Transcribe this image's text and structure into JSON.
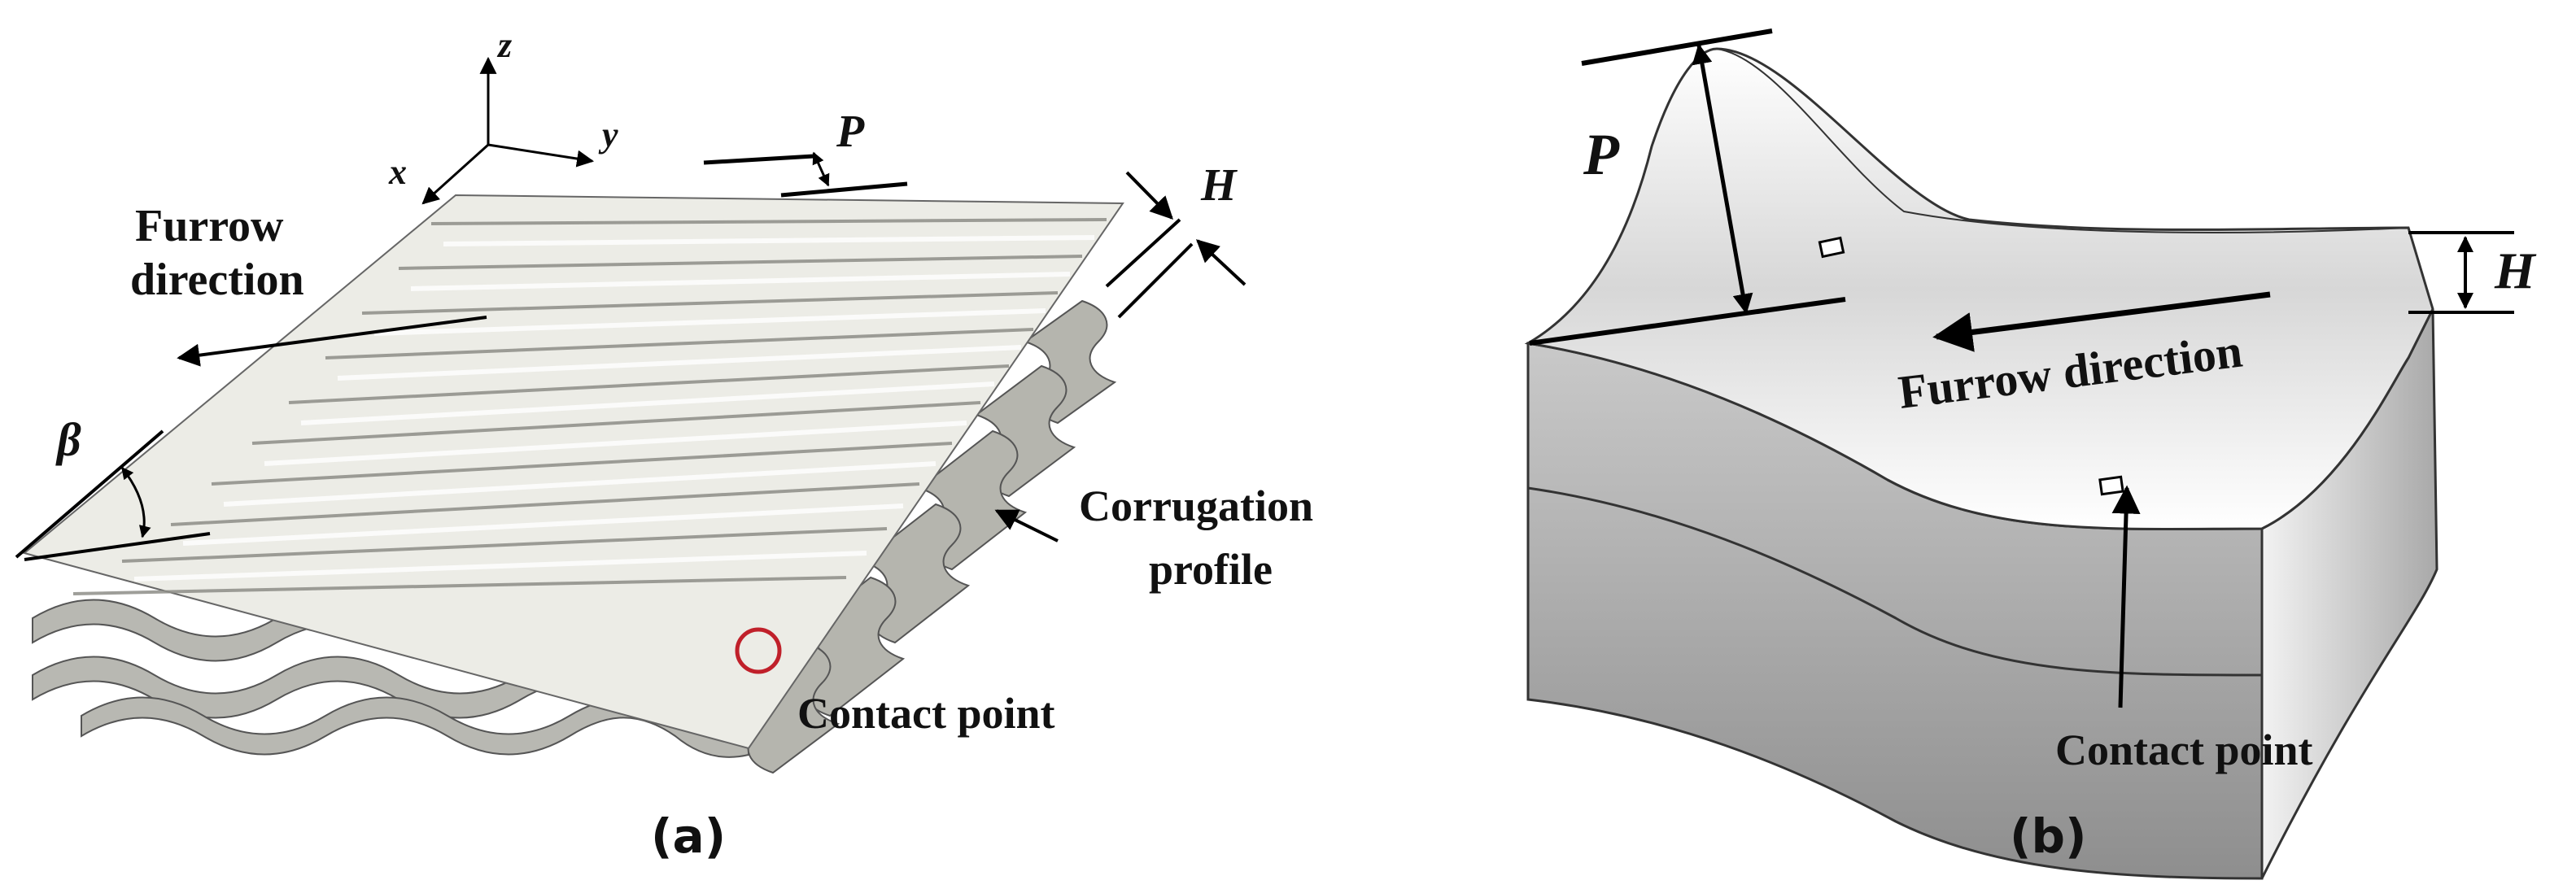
{
  "panel_a": {
    "caption": "(a)",
    "axis_x": "x",
    "axis_y": "y",
    "axis_z": "z",
    "label_p": "P",
    "label_h": "H",
    "label_beta": "β",
    "furrow_line1": "Furrow",
    "furrow_line2": "direction",
    "corrugation_line1": "Corrugation",
    "corrugation_line2": "profile",
    "contact_point": "Contact point",
    "highlight_color": "#c0202a"
  },
  "panel_b": {
    "caption": "(b)",
    "label_p": "P",
    "label_h": "H",
    "furrow_direction": "Furrow direction",
    "contact_point": "Contact point"
  }
}
